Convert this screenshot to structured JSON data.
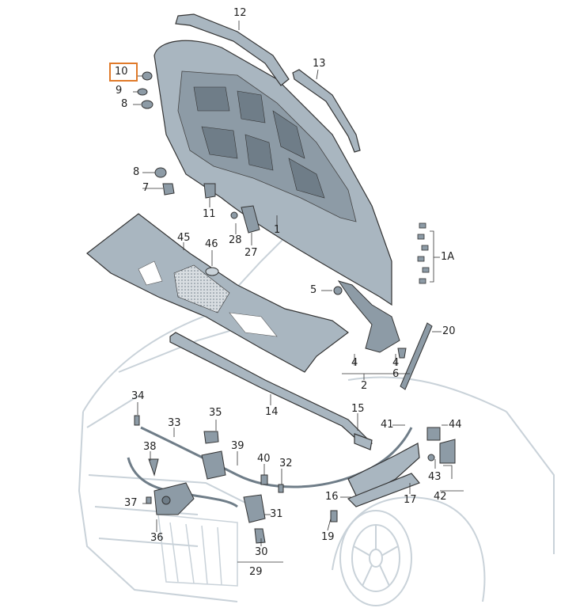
{
  "diagram": {
    "highlighted_part": "10",
    "colors": {
      "accent": "#e07a2a",
      "part_fill": "#a9b6c0",
      "part_dark": "#6f7d88",
      "car_outline": "#c9d2d9",
      "stroke": "#333333"
    },
    "labels": [
      {
        "id": "12",
        "text": "12"
      },
      {
        "id": "13",
        "text": "13"
      },
      {
        "id": "10",
        "text": "10"
      },
      {
        "id": "9",
        "text": "9"
      },
      {
        "id": "8a",
        "text": "8"
      },
      {
        "id": "8b",
        "text": "8"
      },
      {
        "id": "7",
        "text": "7"
      },
      {
        "id": "11",
        "text": "11"
      },
      {
        "id": "28",
        "text": "28"
      },
      {
        "id": "27",
        "text": "27"
      },
      {
        "id": "1",
        "text": "1"
      },
      {
        "id": "1A",
        "text": "1A"
      },
      {
        "id": "45",
        "text": "45"
      },
      {
        "id": "46",
        "text": "46"
      },
      {
        "id": "5",
        "text": "5"
      },
      {
        "id": "20",
        "text": "20"
      },
      {
        "id": "4a",
        "text": "4"
      },
      {
        "id": "4b",
        "text": "4"
      },
      {
        "id": "6",
        "text": "6"
      },
      {
        "id": "2",
        "text": "2"
      },
      {
        "id": "14",
        "text": "14"
      },
      {
        "id": "34",
        "text": "34"
      },
      {
        "id": "33",
        "text": "33"
      },
      {
        "id": "35",
        "text": "35"
      },
      {
        "id": "15",
        "text": "15"
      },
      {
        "id": "41",
        "text": "41"
      },
      {
        "id": "44",
        "text": "44"
      },
      {
        "id": "38",
        "text": "38"
      },
      {
        "id": "39",
        "text": "39"
      },
      {
        "id": "40",
        "text": "40"
      },
      {
        "id": "32",
        "text": "32"
      },
      {
        "id": "43",
        "text": "43"
      },
      {
        "id": "37",
        "text": "37"
      },
      {
        "id": "16",
        "text": "16"
      },
      {
        "id": "17",
        "text": "17"
      },
      {
        "id": "42",
        "text": "42"
      },
      {
        "id": "31",
        "text": "31"
      },
      {
        "id": "19",
        "text": "19"
      },
      {
        "id": "36",
        "text": "36"
      },
      {
        "id": "30",
        "text": "30"
      },
      {
        "id": "29",
        "text": "29"
      }
    ]
  }
}
